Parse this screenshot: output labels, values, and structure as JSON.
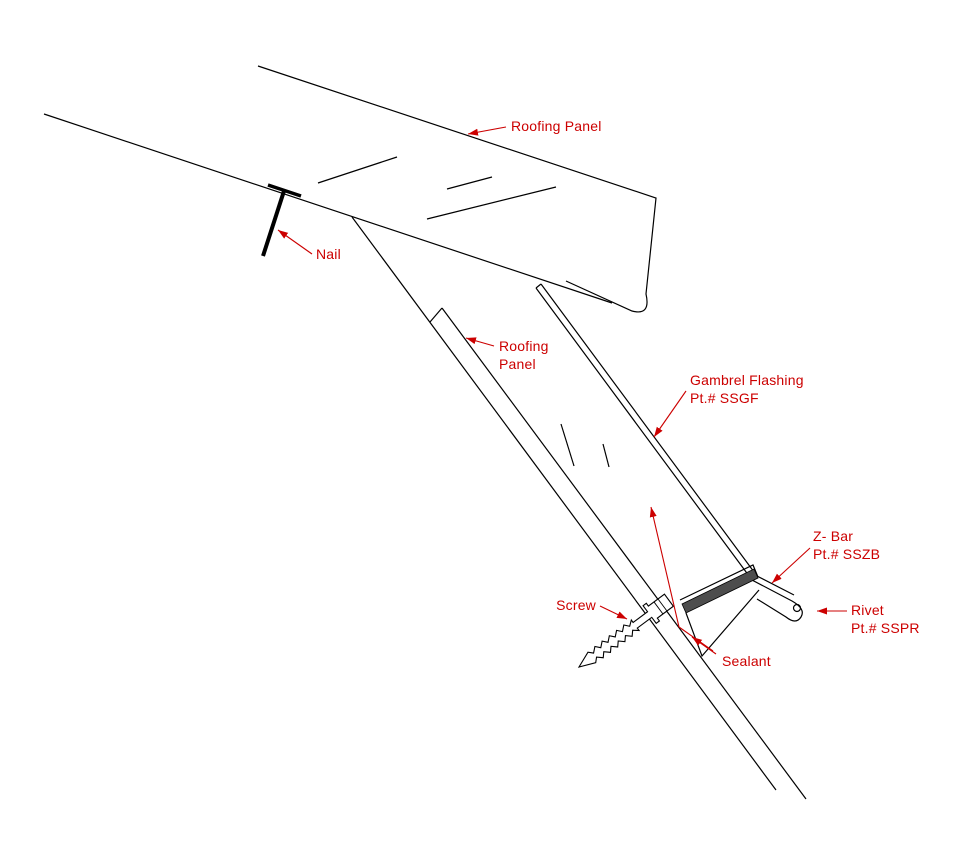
{
  "colors": {
    "background": "#ffffff",
    "line": "#000000",
    "label": "#cc0000",
    "sealant_fill": "#4d4d4d"
  },
  "labels": {
    "roofing_panel_upper": "Roofing Panel",
    "nail": "Nail",
    "roofing_panel_lower_1": "Roofing",
    "roofing_panel_lower_2": "Panel",
    "gambrel_flashing_1": "Gambrel Flashing",
    "gambrel_flashing_2": "Pt.# SSGF",
    "z_bar_1": "Z- Bar",
    "z_bar_2": "Pt.# SSZB",
    "rivet_1": "Rivet",
    "rivet_2": "Pt.# SSPR",
    "screw": "Screw",
    "sealant": "Sealant"
  }
}
